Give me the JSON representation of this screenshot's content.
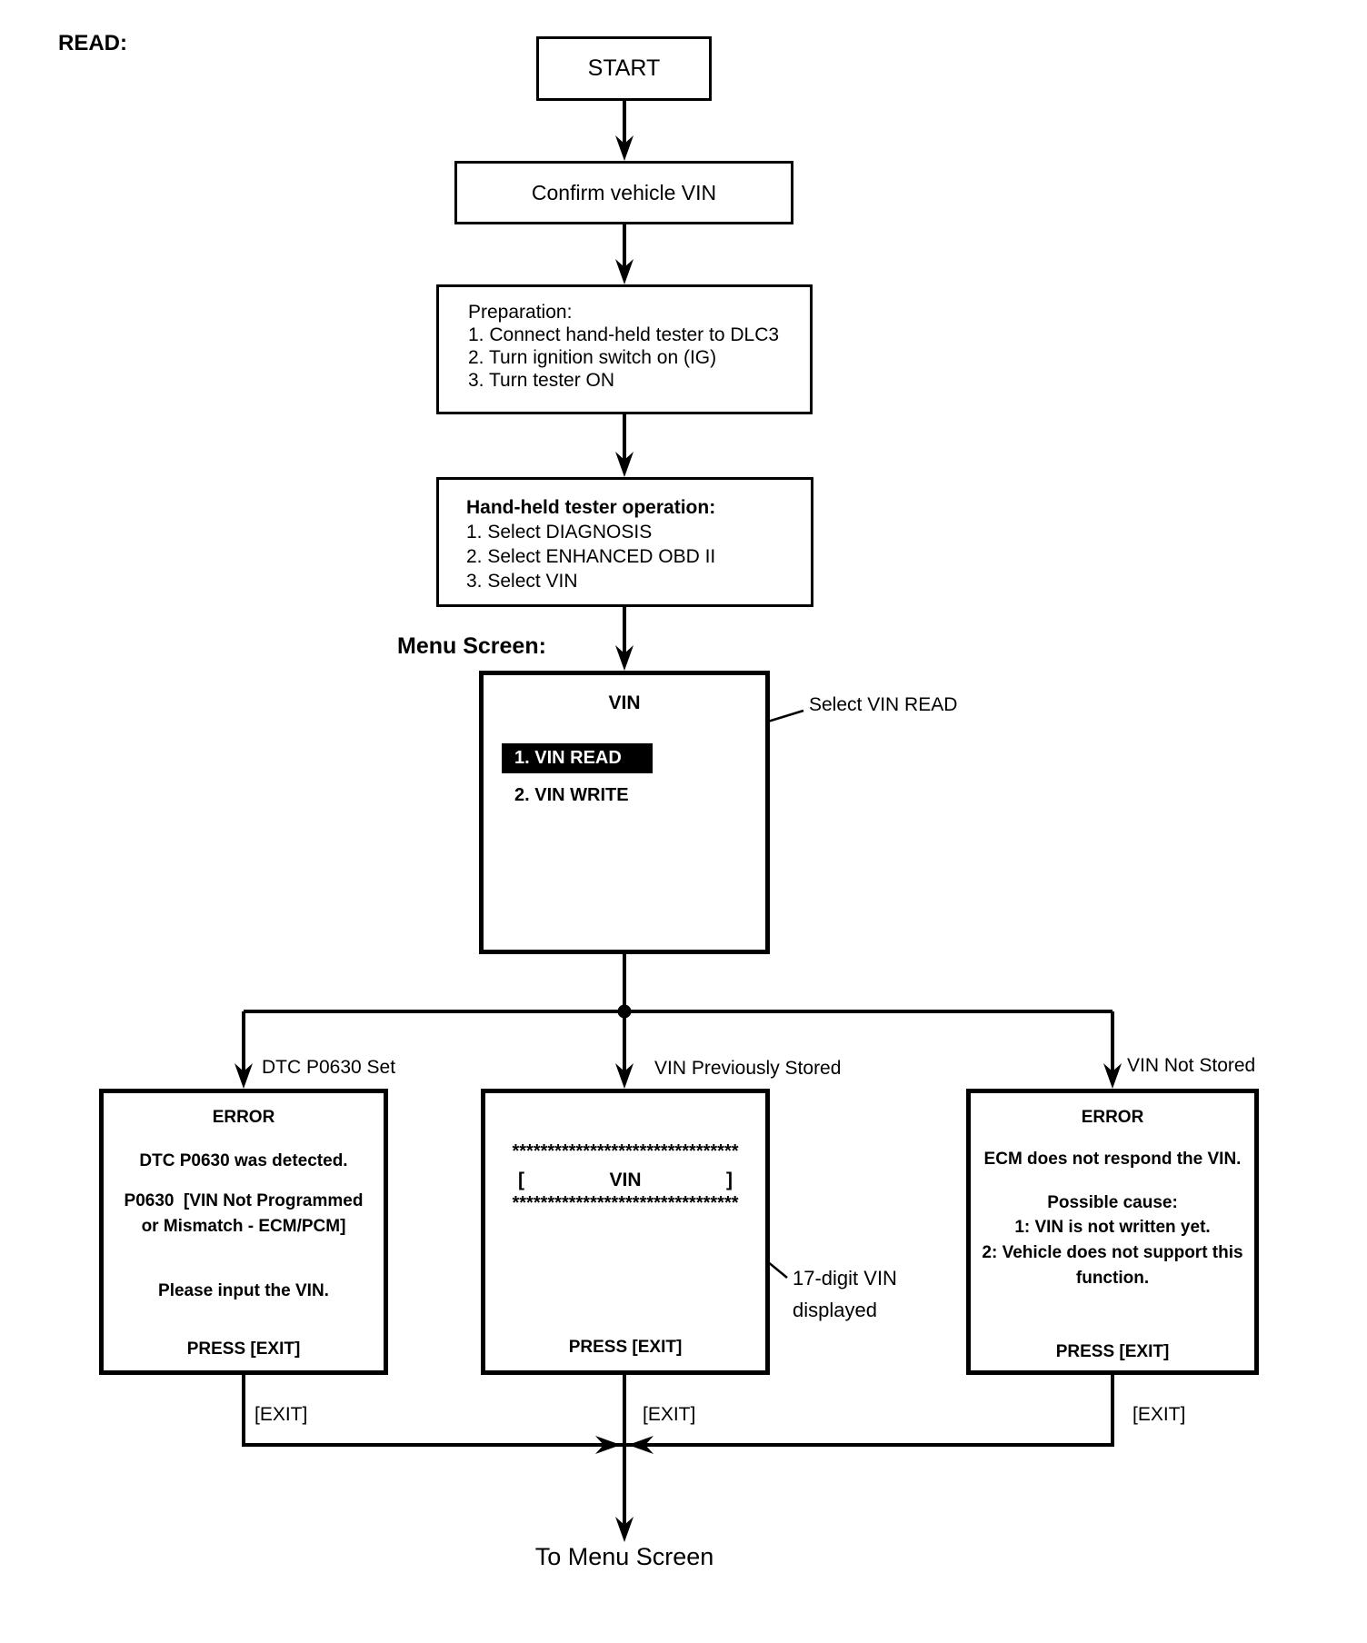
{
  "page": {
    "read_label": "READ:",
    "menu_screen_label": "Menu Screen:",
    "to_menu_screen_label": "To Menu Screen"
  },
  "colors": {
    "background": "#ffffff",
    "foreground": "#000000",
    "highlight_bg": "#000000",
    "highlight_text": "#ffffff"
  },
  "flow": {
    "start_label": "START",
    "confirm_label": "Confirm vehicle VIN",
    "preparation": {
      "title": "Preparation:",
      "steps": [
        "1. Connect hand-held tester to DLC3",
        "2. Turn ignition switch on (IG)",
        "3. Turn tester ON"
      ]
    },
    "tester_operation": {
      "title": "Hand-held tester operation:",
      "steps": [
        "1. Select DIAGNOSIS",
        "2. Select ENHANCED OBD II",
        "3. Select VIN"
      ]
    },
    "menu_screen": {
      "title": "VIN",
      "item_selected": "1. VIN READ",
      "item_2": "2. VIN WRITE",
      "annotation": "Select VIN READ"
    }
  },
  "branches": {
    "dtc_set": {
      "label": "DTC P0630 Set",
      "screen_title": "ERROR",
      "line_1": "DTC P0630 was detected.",
      "line_2": "P0630  [VIN Not Programmed",
      "line_3": "or Mismatch - ECM/PCM]",
      "line_4": "Please input the VIN.",
      "press_label": "PRESS [EXIT]",
      "exit_label": "[EXIT]"
    },
    "vin_stored": {
      "label": "VIN Previously Stored",
      "stars_top": "********************************",
      "bracket_open": "[",
      "screen_title": "VIN",
      "bracket_close": "]",
      "stars_bottom": "********************************",
      "press_label": "PRESS [EXIT]",
      "exit_label": "[EXIT]",
      "annotation_line_1": "17-digit VIN",
      "annotation_line_2": "displayed"
    },
    "vin_not_stored": {
      "label": "VIN Not Stored",
      "screen_title": "ERROR",
      "line_1": "ECM does not respond the VIN.",
      "line_2": "Possible cause:",
      "line_3": "1: VIN is not written yet.",
      "line_4": "2: Vehicle does not support this",
      "line_5": "function.",
      "press_label": "PRESS [EXIT]",
      "exit_label": "[EXIT]"
    }
  }
}
